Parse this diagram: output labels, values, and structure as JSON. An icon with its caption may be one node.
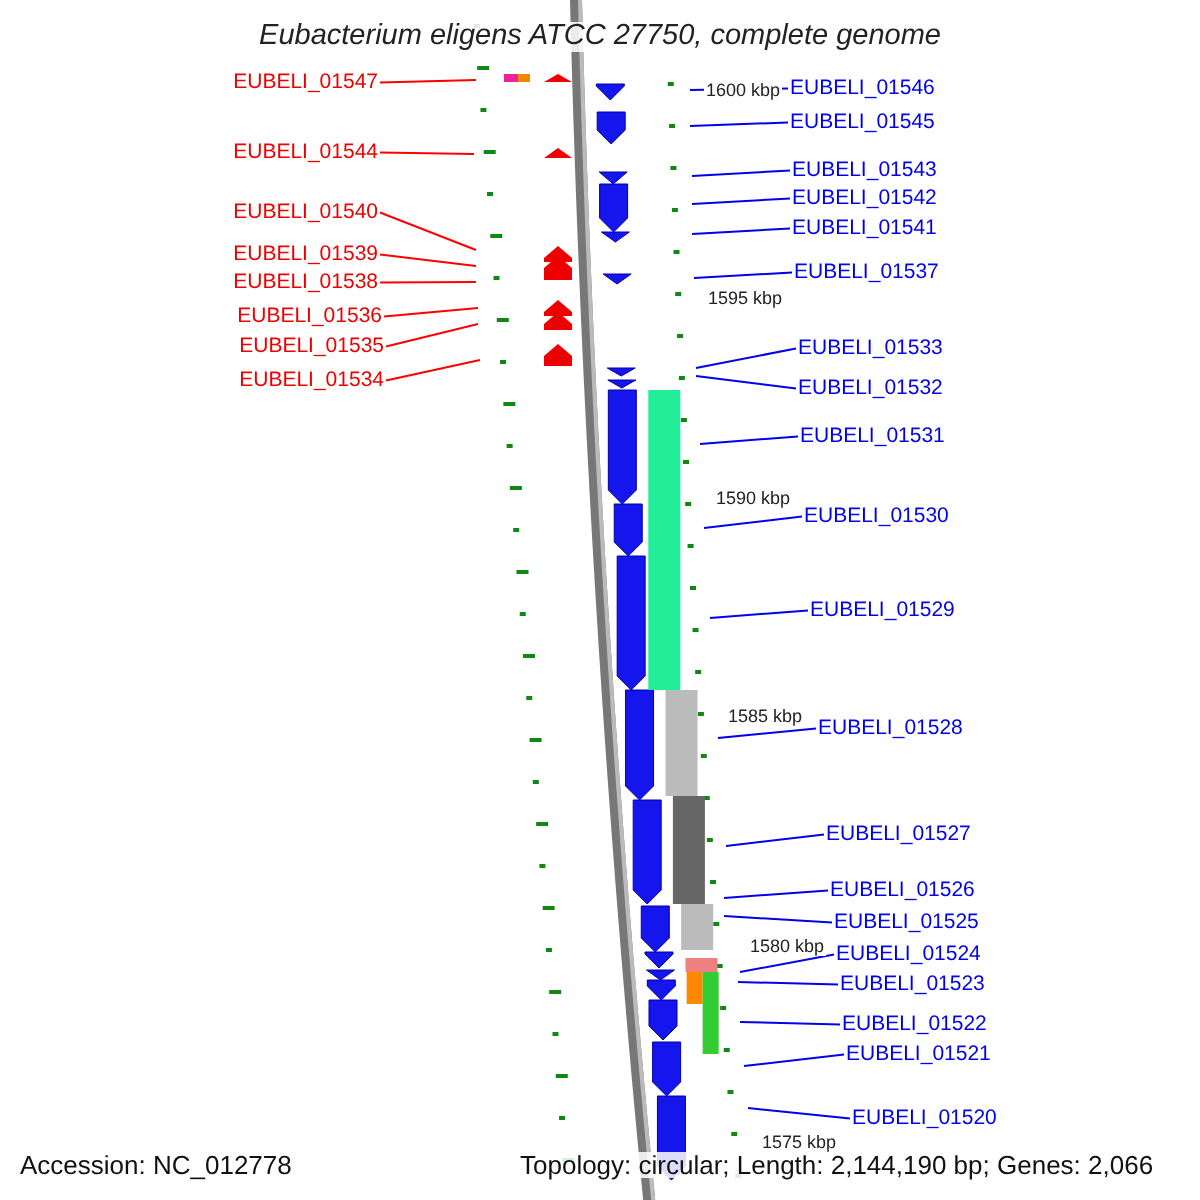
{
  "diagram": {
    "title": "Eubacterium eligens ATCC 27750, complete genome",
    "nodes": [
      {
        "text": [
          "EUBELI_01547"
        ]
      },
      {
        "text": [
          "EUBELI_01544"
        ]
      },
      {
        "text": [
          "EUBELI_01540"
        ]
      },
      {
        "text": [
          "EUBELI_01539"
        ]
      },
      {
        "text": [
          "EUBELI_01538"
        ]
      },
      {
        "text": [
          "EUBELI_01536"
        ]
      },
      {
        "text": [
          "EUBELI_01535"
        ]
      },
      {
        "text": [
          "EUBELI_01534"
        ]
      },
      {
        "text": [
          "EUBELI_01546"
        ]
      },
      {
        "text": [
          "EUBELI_01545"
        ]
      },
      {
        "text": [
          "EUBELI_01543"
        ]
      },
      {
        "text": [
          "EUBELI_01542"
        ]
      },
      {
        "text": [
          "EUBELI_01541"
        ]
      },
      {
        "text": [
          "EUBELI_01537"
        ]
      },
      {
        "text": [
          "EUBELI_01533"
        ]
      },
      {
        "text": [
          "EUBELI_01532"
        ]
      },
      {
        "text": [
          "EUBELI_01531"
        ]
      },
      {
        "text": [
          "EUBELI_01530"
        ]
      },
      {
        "text": [
          "EUBELI_01529"
        ]
      },
      {
        "text": [
          "EUBELI_01528"
        ]
      },
      {
        "text": [
          "EUBELI_01527"
        ]
      },
      {
        "text": [
          "EUBELI_01526"
        ]
      },
      {
        "text": [
          "EUBELI_01525"
        ]
      },
      {
        "text": [
          "EUBELI_01524"
        ]
      },
      {
        "text": [
          "EUBELI_01523"
        ]
      },
      {
        "text": [
          "EUBELI_01522"
        ]
      },
      {
        "text": [
          "EUBELI_01521"
        ]
      },
      {
        "text": [
          "EUBELI_01520"
        ]
      }
    ],
    "edges": [
      {
        "from": 0,
        "to": null,
        "arrow": "none",
        "color": "#ff0000"
      },
      {
        "from": 1,
        "to": null,
        "arrow": "none",
        "color": "#ff0000"
      },
      {
        "from": 2,
        "to": null,
        "arrow": "none",
        "color": "#ff0000"
      },
      {
        "from": 3,
        "to": null,
        "arrow": "none",
        "color": "#ff0000"
      },
      {
        "from": 4,
        "to": null,
        "arrow": "none",
        "color": "#ff0000"
      },
      {
        "from": 5,
        "to": null,
        "arrow": "none",
        "color": "#ff0000"
      },
      {
        "from": 6,
        "to": null,
        "arrow": "none",
        "color": "#ff0000"
      },
      {
        "from": 7,
        "to": null,
        "arrow": "none",
        "color": "#ff0000"
      },
      {
        "from": 8,
        "to": null,
        "arrow": "none"
      },
      {
        "from": 9,
        "to": null,
        "arrow": "none"
      },
      {
        "from": 10,
        "to": null,
        "arrow": "none"
      },
      {
        "from": 11,
        "to": null,
        "arrow": "none"
      },
      {
        "from": 12,
        "to": null,
        "arrow": "none"
      },
      {
        "from": 13,
        "to": null,
        "arrow": "none"
      },
      {
        "from": 14,
        "to": null,
        "arrow": "none"
      },
      {
        "from": 15,
        "to": null,
        "arrow": "none"
      },
      {
        "from": 16,
        "to": null,
        "arrow": "none"
      },
      {
        "from": 17,
        "to": null,
        "arrow": "none"
      },
      {
        "from": 18,
        "to": null,
        "arrow": "none"
      },
      {
        "from": 19,
        "to": null,
        "arrow": "none"
      },
      {
        "from": 20,
        "to": null,
        "arrow": "none"
      },
      {
        "from": 21,
        "to": null,
        "arrow": "none"
      },
      {
        "from": 22,
        "to": null,
        "arrow": "none"
      },
      {
        "from": 23,
        "to": null,
        "arrow": "none"
      },
      {
        "from": 24,
        "to": null,
        "arrow": "none"
      },
      {
        "from": 25,
        "to": null,
        "arrow": "none"
      },
      {
        "from": 26,
        "to": null,
        "arrow": "none"
      },
      {
        "from": 27,
        "to": null,
        "arrow": "none"
      }
    ],
    "labels": [
      "1600 kbp",
      "1595 kbp",
      "1590 kbp",
      "1585 kbp",
      "1580 kbp",
      "1575 kbp",
      "Accession: NC_012778",
      "Topology: circular; Length: 2,144,190 bp; Genes: 2,066"
    ]
  }
}
